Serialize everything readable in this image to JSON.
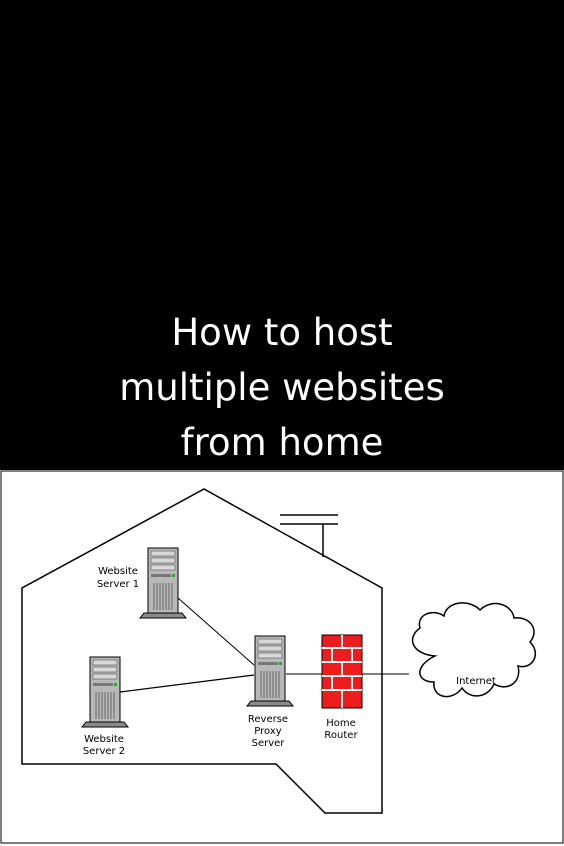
{
  "title": {
    "line1": "How to host",
    "line2": "multiple websites",
    "line3": "from home"
  },
  "diagram": {
    "nodes": {
      "server1": {
        "label_line1": "Website",
        "label_line2": "Server 1",
        "icon": "server-tower-icon"
      },
      "server2": {
        "label_line1": "Website",
        "label_line2": "Server 2",
        "icon": "server-tower-icon"
      },
      "proxy": {
        "label_line1": "Reverse",
        "label_line2": "Proxy",
        "label_line3": "Server",
        "icon": "server-tower-icon"
      },
      "router": {
        "label_line1": "Home",
        "label_line2": "Router",
        "icon": "brick-firewall-icon"
      },
      "internet": {
        "label": "Internet",
        "icon": "cloud-icon"
      }
    },
    "colors": {
      "background": "#000000",
      "panel": "#ffffff",
      "firewall": "#ee1c1c",
      "mortar": "#ffffff",
      "server_body": "#b8b8b8",
      "outline": "#000000"
    }
  }
}
